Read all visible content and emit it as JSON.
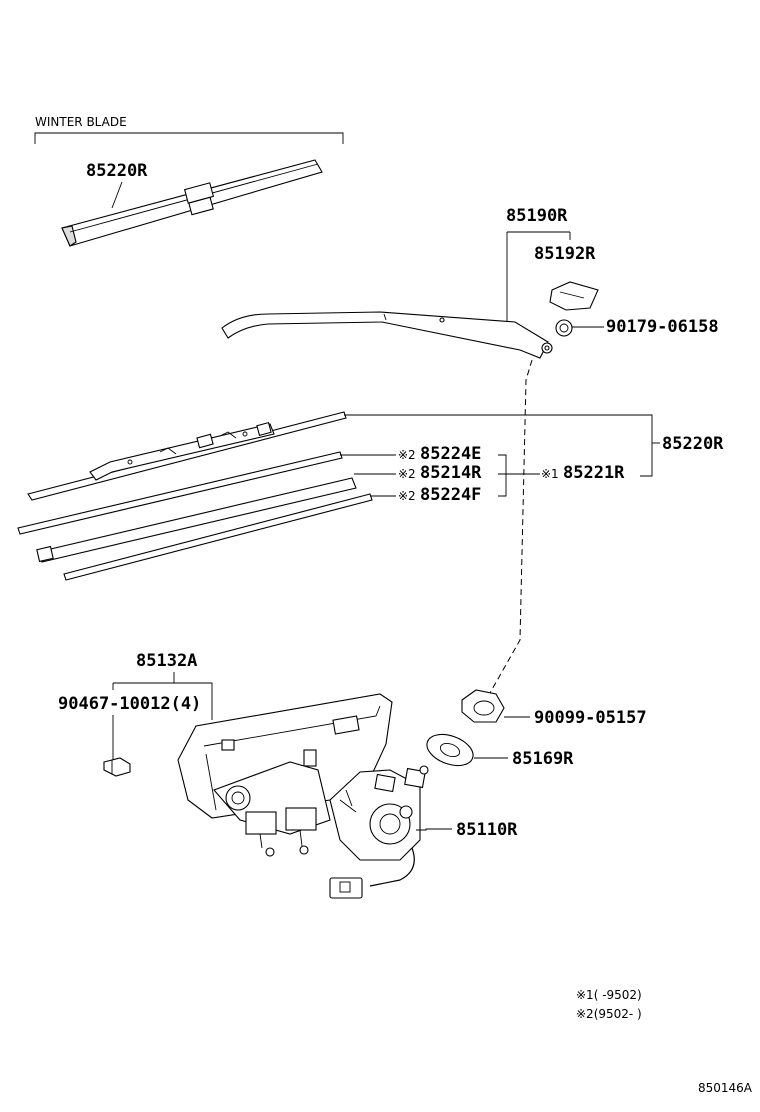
{
  "header": {
    "winter_blade": "WINTER BLADE"
  },
  "parts": {
    "p85220r_top": "85220R",
    "p85190r": "85190R",
    "p85192r": "85192R",
    "p90179": "90179-06158",
    "p85220r_right": "85220R",
    "p85224e": "85224E",
    "p85214r": "85214R",
    "p85224f": "85224F",
    "p85221r": "85221R",
    "p85132a": "85132A",
    "p90467": "90467-10012(4)",
    "p90099": "90099-05157",
    "p85169r": "85169R",
    "p85110r": "85110R"
  },
  "marks": {
    "m2_e": "※2",
    "m2_r": "※2",
    "m2_f": "※2",
    "m1_221": "※1"
  },
  "notes": {
    "note1": "※1(      -9502)",
    "note2": "※2(9502-      )"
  },
  "figure_id": "850146A"
}
